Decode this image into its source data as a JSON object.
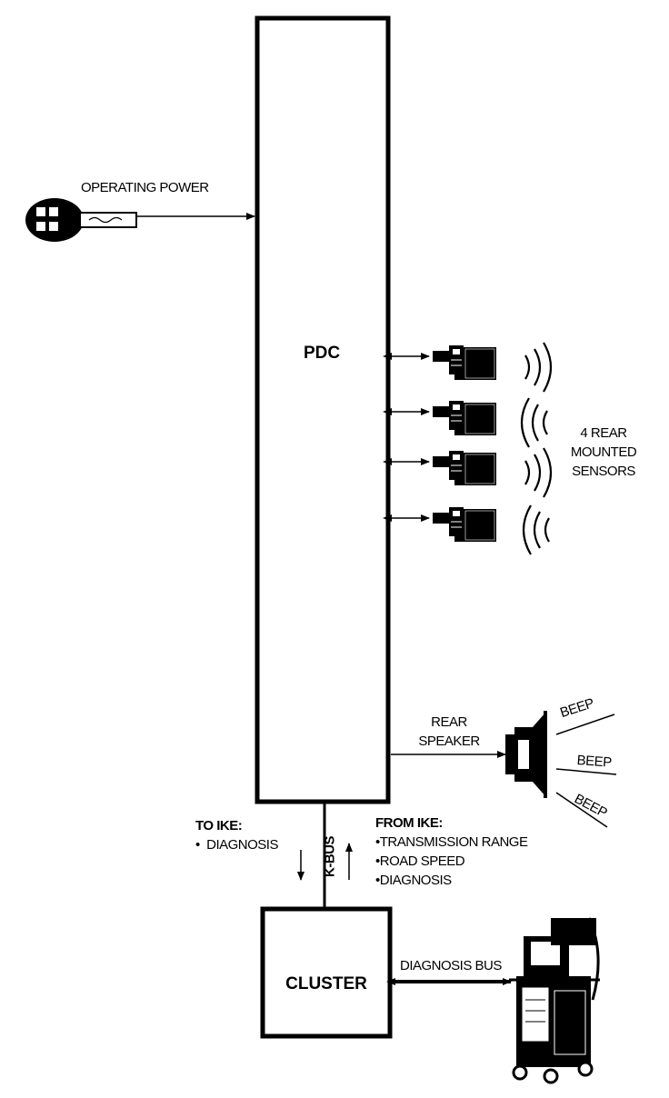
{
  "blocks": {
    "pdc": "PDC",
    "cluster": "CLUSTER"
  },
  "labels": {
    "operating_power": "OPERATING POWER",
    "sensors": [
      "4 REAR",
      "MOUNTED",
      "SENSORS"
    ],
    "rear_speaker": [
      "REAR",
      "SPEAKER"
    ],
    "beep": [
      "BEEP",
      "BEEP",
      "BEEP"
    ],
    "to_ike": {
      "title": "TO IKE:",
      "items": [
        "DIAGNOSIS"
      ]
    },
    "from_ike": {
      "title": "FROM IKE:",
      "items": [
        "TRANSMISSION RANGE",
        "ROAD SPEED",
        "DIAGNOSIS"
      ]
    },
    "k_bus": "K-BUS",
    "diagnosis_bus": "DIAGNOSIS BUS",
    "bullet": "•"
  },
  "icons": {
    "power_source": "key-fob-icon",
    "sensor": "ultrasonic-sensor-icon",
    "speaker": "speaker-icon",
    "tester": "diagnostic-tester-icon"
  },
  "colors": {
    "ink": "#000000",
    "paper": "#ffffff"
  }
}
